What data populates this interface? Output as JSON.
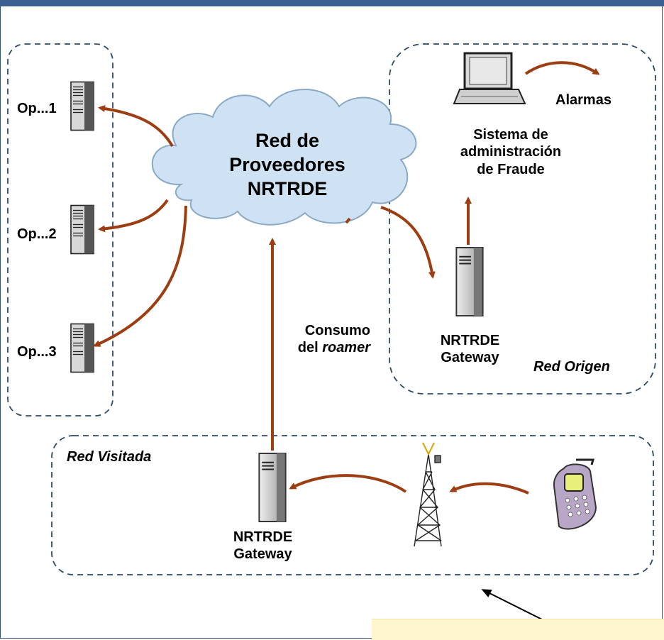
{
  "cloud": {
    "label_line1": "Red de",
    "label_line2": "Proveedores",
    "label_line3": "NRTRDE"
  },
  "operators": [
    {
      "label": "Op...1"
    },
    {
      "label": "Op...2"
    },
    {
      "label": "Op...3"
    }
  ],
  "origin": {
    "alarms_label": "Alarmas",
    "fraud_line1": "Sistema de",
    "fraud_line2": "administración",
    "fraud_line3": "de Fraude",
    "gateway_line1": "NRTRDE",
    "gateway_line2": "Gateway",
    "network_label": "Red Origen"
  },
  "consumption": {
    "line1": "Consumo",
    "line2_prefix": "del ",
    "line2_italic": "roamer"
  },
  "visited": {
    "network_label": "Red Visitada",
    "gateway_line1": "NRTRDE",
    "gateway_line2": "Gateway"
  },
  "colors": {
    "arrow": "#9c3d12",
    "frame": "#3b5f91",
    "dash": "#2d4a6a",
    "cloud": "#cfe2f3",
    "cloud_border": "#8aa9c4"
  },
  "icons": [
    "server-icon",
    "laptop-icon",
    "cell-tower-icon",
    "mobile-phone-icon",
    "cloud-icon"
  ]
}
